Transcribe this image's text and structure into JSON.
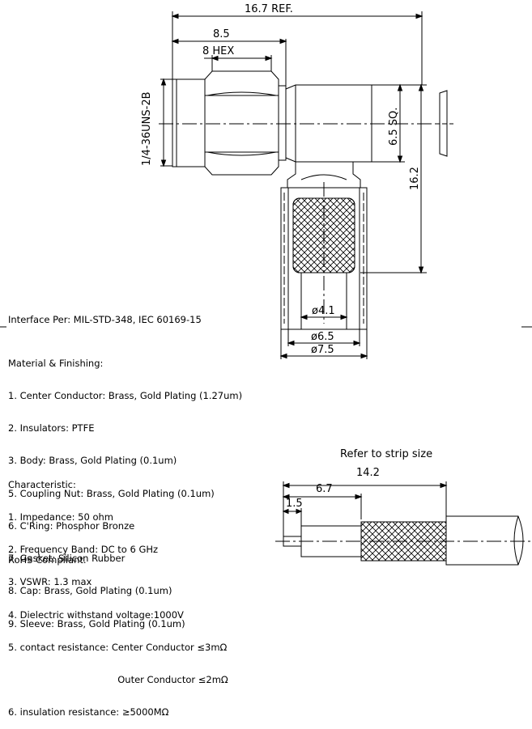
{
  "dimensions": {
    "overall_length": "16.7 REF.",
    "body_length": "8.5",
    "hex": "8 HEX",
    "thread": "1/4-36UNS-2B",
    "square": "6.5 SQ.",
    "height": "16.2",
    "dia_inner": "ø4.1",
    "dia_sleeve": "ø6.5",
    "dia_outer": "ø7.5"
  },
  "interface": "Interface Per: MIL-STD-348, IEC 60169-15",
  "material": {
    "title": "Material & Finishing:",
    "items": [
      "1. Center Conductor: Brass, Gold Plating (1.27um)",
      "2. Insulators: PTFE",
      "3. Body: Brass, Gold Plating (0.1um)",
      "5. Coupling Nut: Brass, Gold Plating (0.1um)",
      "6. C'Ring: Phosphor Bronze",
      "7. Gasket: Silicon Rubber",
      "8. Cap: Brass, Gold Plating (0.1um)",
      "9. Sleeve: Brass, Gold Plating (0.1um)"
    ]
  },
  "characteristic": {
    "title": "Characteristic:",
    "items": [
      "1. Impedance: 50 ohm",
      "2. Frequency Band: DC to 6 GHz",
      "3. VSWR: 1.3 max",
      "4. Dielectric withstand voltage:1000V",
      "5. contact resistance: Center Conductor ≤3mΩ",
      "                                     Outer Conductor ≤2mΩ",
      "6. insulation resistance: ≥5000MΩ"
    ]
  },
  "rohs": "RoHS Compliant.",
  "strip": {
    "title": "Refer to strip size",
    "total": "14.2",
    "braid": "6.7",
    "pin": "1.5"
  }
}
